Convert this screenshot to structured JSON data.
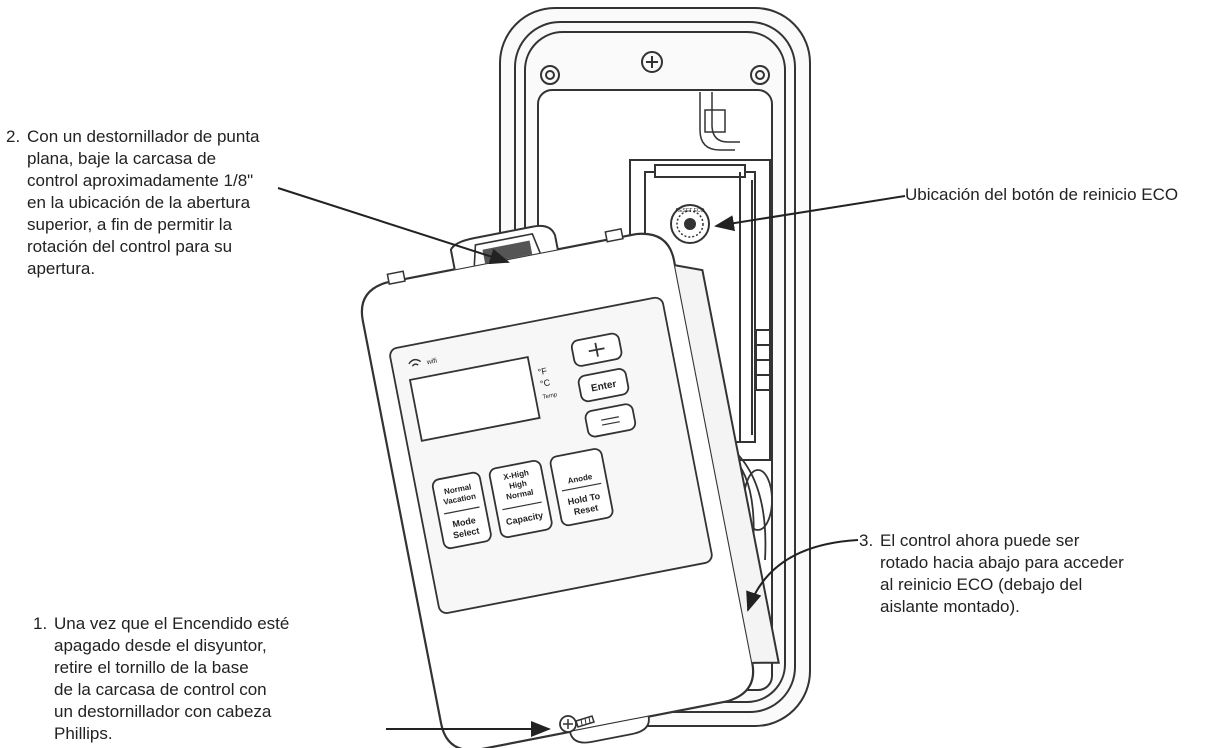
{
  "notes": {
    "step2": {
      "number": "2.",
      "lines": [
        "Con un destornillador de punta",
        "plana, baje la carcasa de",
        "control aproximadamente 1/8\"",
        "en la ubicación de la abertura",
        "superior, a fin de permitir la",
        "rotación del control para su",
        "apertura."
      ]
    },
    "eco_location": {
      "text": "Ubicación del botón de reinicio ECO"
    },
    "step3": {
      "number": "3.",
      "lines": [
        "El control ahora puede ser",
        "rotado hacia abajo para acceder",
        "al reinicio ECO (debajo del",
        "aislante montado)."
      ]
    },
    "step1": {
      "number": "1.",
      "lines": [
        "Una vez que el Encendido esté",
        "apagado desde el disyuntor,",
        "retire el tornillo de la base",
        "de la carcasa de control con",
        "un destornillador con cabeza",
        "Phillips."
      ]
    }
  },
  "control_panel": {
    "wifi_label": "wifi",
    "unit_f": "°F",
    "unit_c": "°C",
    "temp_label": "Temp",
    "plus_label": "+",
    "enter_label": "Enter",
    "minus_label": "—",
    "mode_top": [
      "Normal",
      "Vacation"
    ],
    "mode_bottom": [
      "Mode",
      "Select"
    ],
    "capacity_top": [
      "X-High",
      "High",
      "Normal"
    ],
    "capacity_bottom": [
      "Capacity"
    ],
    "anode_top": [
      "Anode"
    ],
    "anode_bottom": [
      "Hold To",
      "Reset"
    ]
  },
  "eco_button_label": "RESET ECO"
}
